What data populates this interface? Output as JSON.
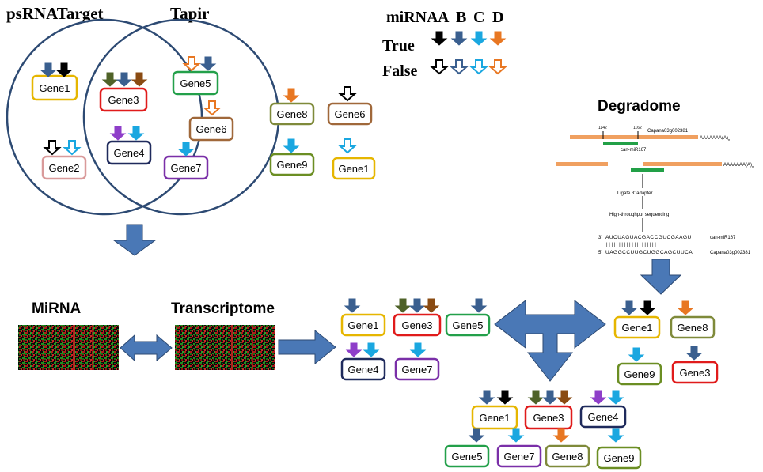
{
  "titles": {
    "psrnatarget": "psRNATarget",
    "tapir": "Tapir",
    "degradome": "Degradome",
    "mirna": "MiRNA",
    "transcriptome": "Transcriptome"
  },
  "legend": {
    "header": "miRNA",
    "columns": [
      "A",
      "B",
      "C",
      "D"
    ],
    "true_label": "True",
    "false_label": "False"
  },
  "colors": {
    "mirna_a": "#000000",
    "mirna_b": "#3a5f8f",
    "mirna_c": "#1aa7e0",
    "mirna_d": "#e87722",
    "big_arrow": "#4a78b6",
    "circle": "#2d4a73"
  },
  "genes": {
    "g1": "Gene1",
    "g2": "Gene2",
    "g3": "Gene3",
    "g4": "Gene4",
    "g5": "Gene5",
    "g6": "Gene6",
    "g7": "Gene7",
    "g8": "Gene8",
    "g9": "Gene9"
  },
  "degradome_panel": {
    "pos1": "1142",
    "pos2": "1162",
    "gene_id": "Capana03g002381",
    "polya": "AAAAAAA(A)",
    "polya_sub": "n",
    "mirna_name": "can-miR167",
    "step1": "Ligate 3' adapter",
    "step2": "High-throughput sequencing",
    "seq_top_prefix": "3'",
    "seq_top": "AUCUAGUACGACCGUCGAAGU",
    "seq_top_label": "can-miR167",
    "seq_pairs": "| | |  | | | | | | | | | | | | | | | | |",
    "seq_bottom_prefix": "5'",
    "seq_bottom": "UAGGCCUUGCUGGCAGCUUCA",
    "seq_bottom_label": "Capana03g002381"
  }
}
